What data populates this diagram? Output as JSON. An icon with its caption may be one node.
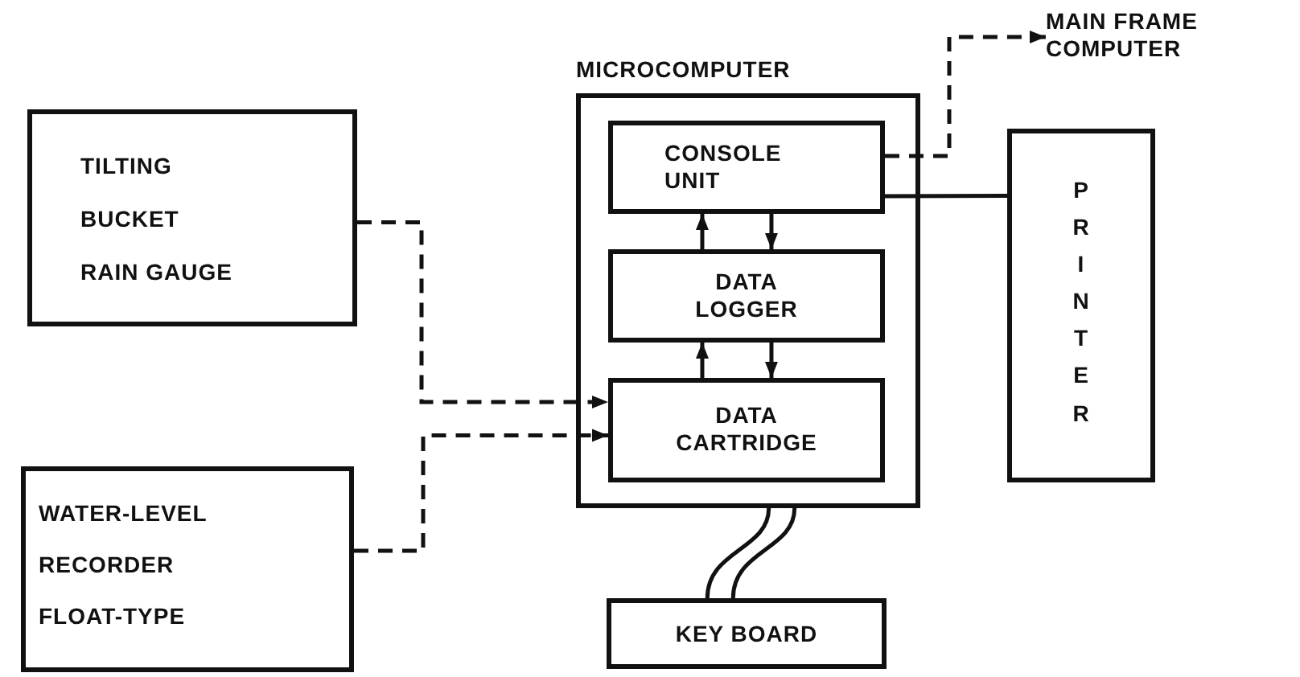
{
  "diagram": {
    "nodes": [
      {
        "text": [
          "TILTING BUCKET RAIN GAUGE"
        ]
      },
      {
        "text": [
          "WATER-LEVEL RECORDER FLOAT-TYPE"
        ]
      },
      {
        "text": [
          "MICROCOMPUTER"
        ]
      },
      {
        "text": [
          "CONSOLE UNIT"
        ],
        "in": 2
      },
      {
        "text": [
          "DATA LOGGER"
        ],
        "in": 2
      },
      {
        "text": [
          "DATA CARTRIDGE"
        ],
        "in": 2
      },
      {
        "text": [
          "MAIN FRAME COMPUTER"
        ]
      },
      {
        "text": [
          "PRINTER"
        ]
      },
      {
        "text": [
          "KEY BOARD"
        ]
      }
    ],
    "edges": [
      {
        "from": 0,
        "to": 5,
        "arrow": "to",
        "style": "dashed"
      },
      {
        "from": 1,
        "to": 5,
        "arrow": "to",
        "style": "dashed"
      },
      {
        "from": 3,
        "to": 6,
        "arrow": "to",
        "style": "dashed"
      },
      {
        "from": 3,
        "to": 7,
        "arrow": "none"
      },
      {
        "from": 4,
        "to": 3,
        "arrow": "to"
      },
      {
        "from": 3,
        "to": 4,
        "arrow": "to"
      },
      {
        "from": 5,
        "to": 4,
        "arrow": "to"
      },
      {
        "from": 4,
        "to": 5,
        "arrow": "to"
      },
      {
        "from": 8,
        "to": 2,
        "arrow": "none"
      }
    ]
  }
}
